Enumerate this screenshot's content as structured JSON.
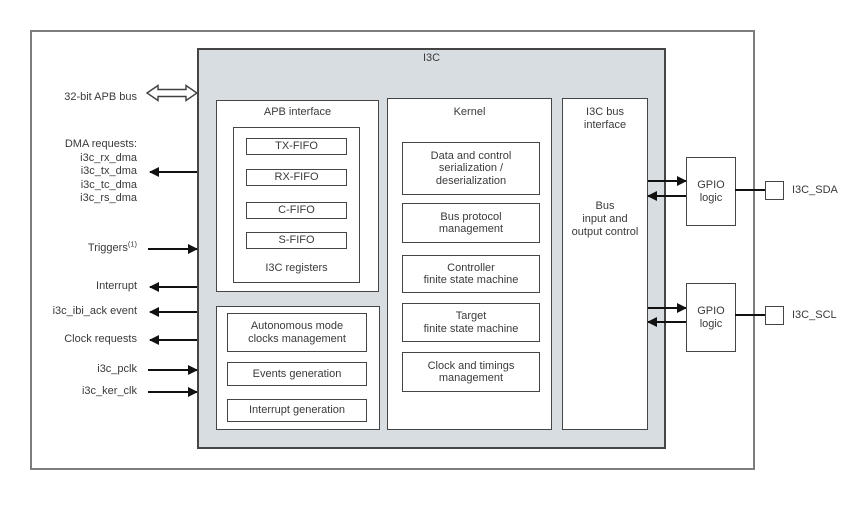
{
  "title": "I3C",
  "left_signals": {
    "apb_bus": "32-bit APB bus",
    "dma_header": "DMA requests:",
    "dma_items": [
      "i3c_rx_dma",
      "i3c_tx_dma",
      "i3c_tc_dma",
      "i3c_rs_dma"
    ],
    "triggers_label": "Triggers",
    "triggers_note": "(1)",
    "interrupt": "Interrupt",
    "ibi_ack_event": "i3c_ibi_ack event",
    "clock_requests": "Clock requests",
    "pclk": "i3c_pclk",
    "ker_clk": "i3c_ker_clk"
  },
  "apb_interface": {
    "title": "APB interface",
    "fifos": [
      "TX-FIFO",
      "RX-FIFO",
      "C-FIFO",
      "S-FIFO"
    ],
    "registers_label": "I3C registers"
  },
  "control_blocks": {
    "autonomous_lines": [
      "Autonomous mode",
      "clocks management"
    ],
    "events": "Events generation",
    "interrupt_gen": "Interrupt generation"
  },
  "kernel": {
    "title": "Kernel",
    "blocks": [
      [
        "Data and control",
        "serialization /",
        "deserialization"
      ],
      [
        "Bus protocol",
        "management"
      ],
      [
        "Controller",
        "finite state machine"
      ],
      [
        "Target",
        "finite state machine"
      ],
      [
        "Clock and timings",
        "management"
      ]
    ]
  },
  "bus_interface": {
    "title_lines": [
      "I3C bus",
      "interface"
    ],
    "body_lines": [
      "Bus",
      "input and",
      "output control"
    ]
  },
  "gpio": {
    "label": "GPIO logic",
    "sda_pad": "I3C_SDA",
    "scl_pad": "I3C_SCL"
  },
  "colors": {
    "block_fill": "#d8dde2",
    "border_dark": "#454545",
    "border_outer": "#7d7d7d",
    "text": "#3a3a3a",
    "arrow": "#111111"
  }
}
